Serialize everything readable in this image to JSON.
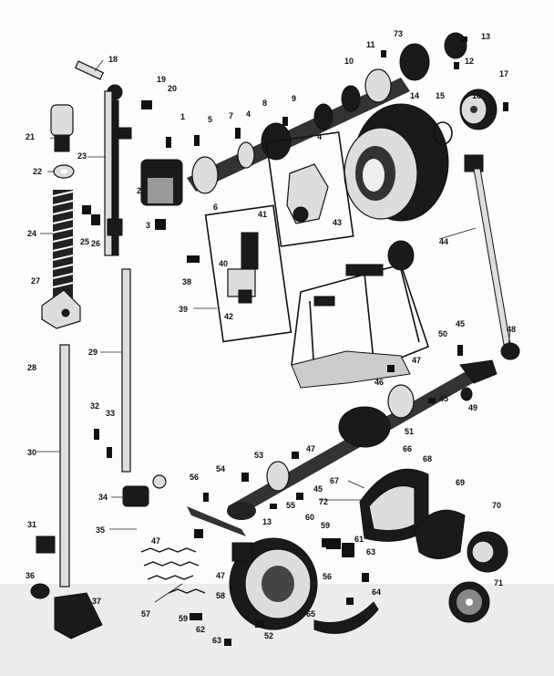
{
  "diagram": {
    "labels": [
      "1",
      "2",
      "3",
      "4",
      "5",
      "6",
      "7",
      "8",
      "9",
      "10",
      "11",
      "12",
      "13",
      "14",
      "15",
      "16",
      "17",
      "18",
      "19",
      "20",
      "21",
      "22",
      "23",
      "24",
      "25",
      "26",
      "27",
      "28",
      "29",
      "30",
      "31",
      "32",
      "33",
      "34",
      "35",
      "36",
      "37",
      "38",
      "39",
      "40",
      "41",
      "42",
      "43",
      "44",
      "45",
      "46",
      "47",
      "48",
      "49",
      "50",
      "51",
      "52",
      "53",
      "54",
      "55",
      "56",
      "57",
      "58",
      "59",
      "60",
      "61",
      "62",
      "63",
      "64",
      "65",
      "66",
      "67",
      "68",
      "69",
      "70",
      "71",
      "72",
      "73"
    ]
  }
}
